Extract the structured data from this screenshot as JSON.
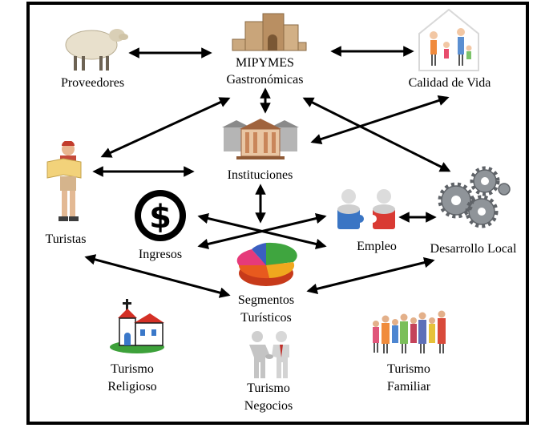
{
  "diagram": {
    "nodes": {
      "proveedores": {
        "label": "Proveedores",
        "icon": "sheep-icon"
      },
      "mipymes": {
        "label_line1": "MIPYMES",
        "label_line2": "Gastronómicas",
        "icon": "building-blocks-icon"
      },
      "calidad_vida": {
        "label": "Calidad de Vida",
        "icon": "family-house-icon"
      },
      "instituciones": {
        "label": "Instituciones",
        "icon": "institution-building-icon"
      },
      "turistas": {
        "label": "Turistas",
        "icon": "tourist-with-map-icon"
      },
      "ingresos": {
        "label": "Ingresos",
        "icon": "dollar-sign-icon"
      },
      "empleo": {
        "label": "Empleo",
        "icon": "puzzle-people-icon"
      },
      "desarrollo_local": {
        "label": "Desarrollo Local",
        "icon": "gears-icon"
      },
      "segmentos": {
        "label_line1": "Segmentos",
        "label_line2": "Turísticos",
        "icon": "pie-chart-icon"
      },
      "turismo_religioso": {
        "label_line1": "Turismo",
        "label_line2": "Religioso",
        "icon": "church-icon"
      },
      "turismo_negocios": {
        "label_line1": "Turismo",
        "label_line2": "Negocios",
        "icon": "handshake-people-icon"
      },
      "turismo_familiar": {
        "label_line1": "Turismo",
        "label_line2": "Familiar",
        "icon": "family-group-icon"
      }
    },
    "connections": [
      "proveedores-mipymes",
      "mipymes-calidad_vida",
      "mipymes-instituciones",
      "mipymes-turistas",
      "mipymes-desarrollo_local",
      "instituciones-calidad_vida",
      "instituciones-turistas",
      "instituciones-segmentos",
      "ingresos-empleo",
      "empleo-desarrollo_local",
      "turistas-segmentos",
      "segmentos-desarrollo_local"
    ],
    "colors": {
      "frame": "#000000",
      "arrow": "#000000",
      "text": "#000000"
    }
  }
}
